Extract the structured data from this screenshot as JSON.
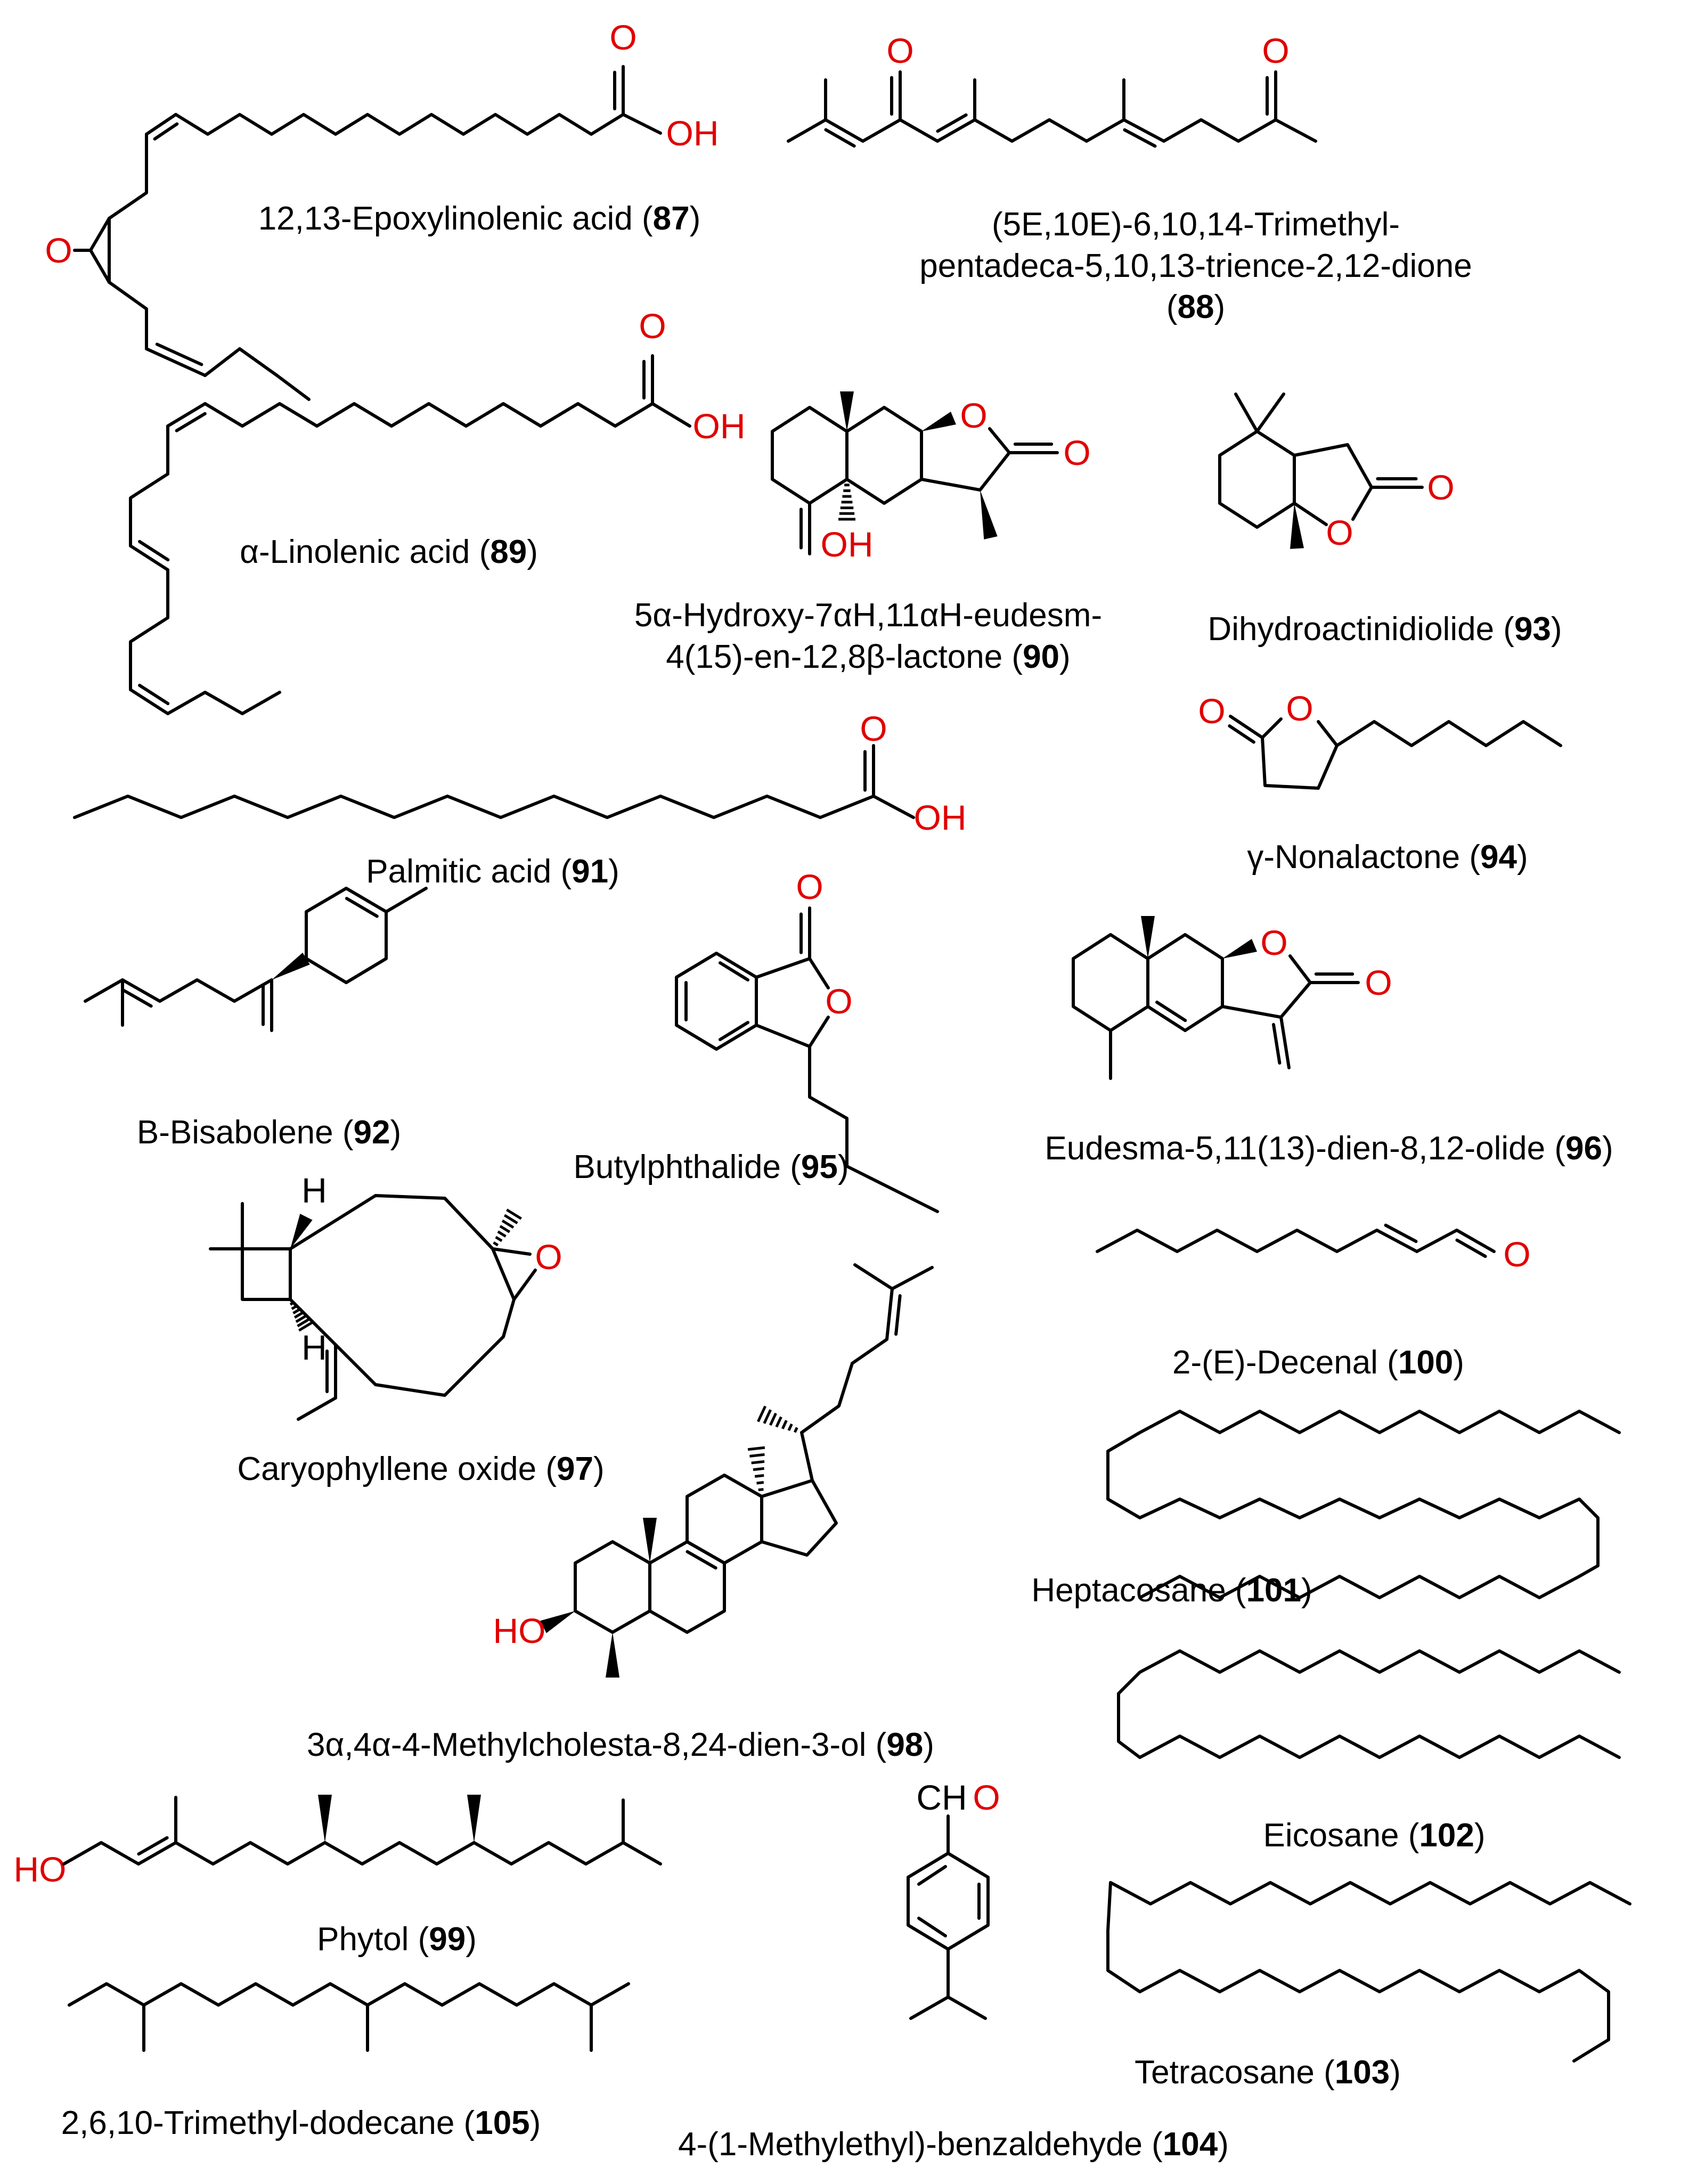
{
  "compounds": [
    {
      "id": "87",
      "name": "12,13-Epoxylinolenic acid"
    },
    {
      "id": "88",
      "name_line1": "(5E,10E)-6,10,14-Trimethyl-",
      "name_line2": "pentadeca-5,10,13-trience-2,12-dione"
    },
    {
      "id": "89",
      "name": "α-Linolenic acid"
    },
    {
      "id": "90",
      "name_line1": "5α-Hydroxy-7αH,11αH-eudesm-",
      "name_line2": "4(15)-en-12,8β-lactone"
    },
    {
      "id": "91",
      "name": "Palmitic acid"
    },
    {
      "id": "92",
      "name": "Β-Bisabolene"
    },
    {
      "id": "93",
      "name": "Dihydroactinidiolide"
    },
    {
      "id": "94",
      "name": "γ-Nonalactone"
    },
    {
      "id": "95",
      "name": "Butylphthalide"
    },
    {
      "id": "96",
      "name": "Eudesma-5,11(13)-dien-8,12-olide"
    },
    {
      "id": "97",
      "name": "Caryophyllene oxide"
    },
    {
      "id": "98",
      "name": "3α,4α-4-Methylcholesta-8,24-dien-3-ol"
    },
    {
      "id": "99",
      "name": "Phytol"
    },
    {
      "id": "100",
      "name": "2-(E)-Decenal"
    },
    {
      "id": "101",
      "name": "Heptacosane"
    },
    {
      "id": "102",
      "name": "Eicosane"
    },
    {
      "id": "103",
      "name": "Tetracosane"
    },
    {
      "id": "104",
      "name": "4-(1-Methylethyl)-benzaldehyde"
    },
    {
      "id": "105",
      "name": "2,6,10-Trimethyl-dodecane"
    }
  ],
  "atoms": {
    "oxygen": "O",
    "hydroxyl": "OH",
    "hydroxyl_left": "HO",
    "hydrogen": "H",
    "aldehyde_c": "CH",
    "aldehyde_o": "O"
  },
  "colors": {
    "bond": "#000000",
    "heteroatom": "#e00000",
    "text": "#000000",
    "background": "#ffffff"
  }
}
